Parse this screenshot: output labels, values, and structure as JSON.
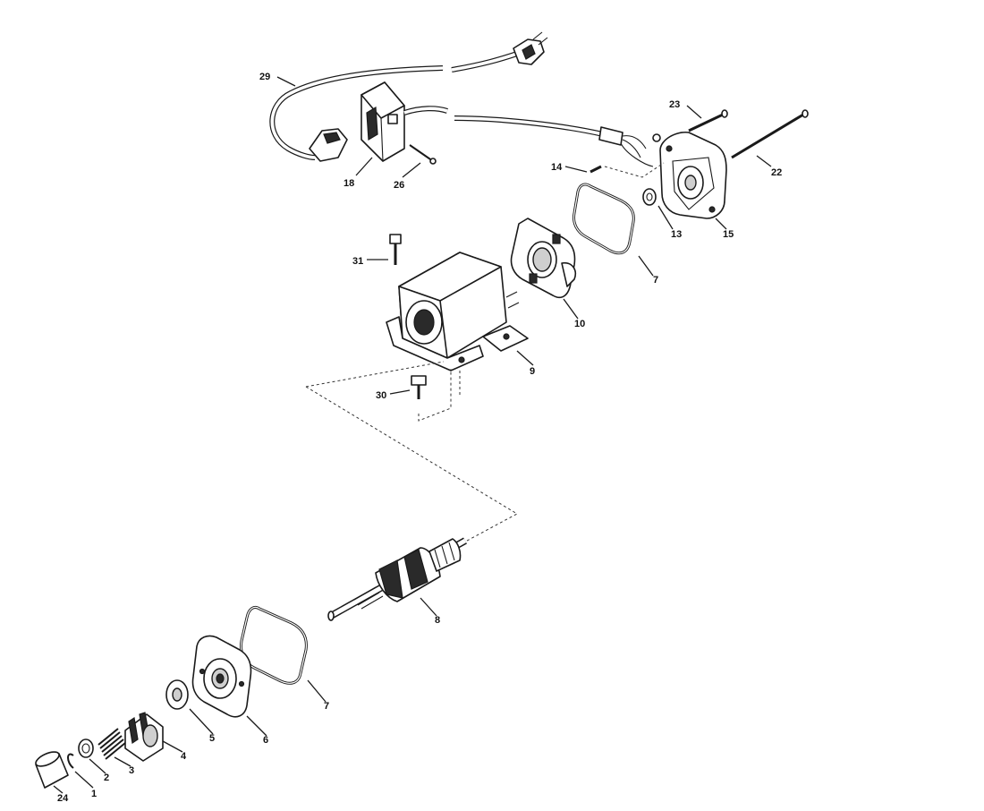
{
  "callouts": {
    "c29": "29",
    "c18": "18",
    "c26": "26",
    "c23": "23",
    "c22": "22",
    "c14": "14",
    "c13": "13",
    "c15": "15",
    "c7a": "7",
    "c10": "10",
    "c31": "31",
    "c9": "9",
    "c30": "30",
    "c8": "8",
    "c7b": "7",
    "c6": "6",
    "c5": "5",
    "c4": "4",
    "c3": "3",
    "c2": "2",
    "c1": "1",
    "c24": "24"
  }
}
